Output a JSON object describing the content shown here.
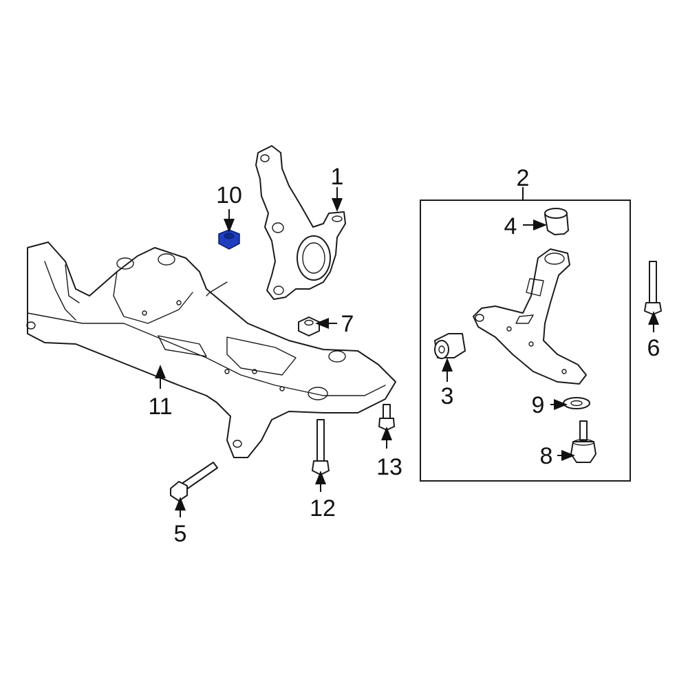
{
  "diagram": {
    "highlight_color": "#1f3fbf",
    "callouts": {
      "c1": "1",
      "c2": "2",
      "c3": "3",
      "c4": "4",
      "c5": "5",
      "c6": "6",
      "c7": "7",
      "c8": "8",
      "c9": "9",
      "c10": "10",
      "c11": "11",
      "c12": "12",
      "c13": "13"
    }
  }
}
